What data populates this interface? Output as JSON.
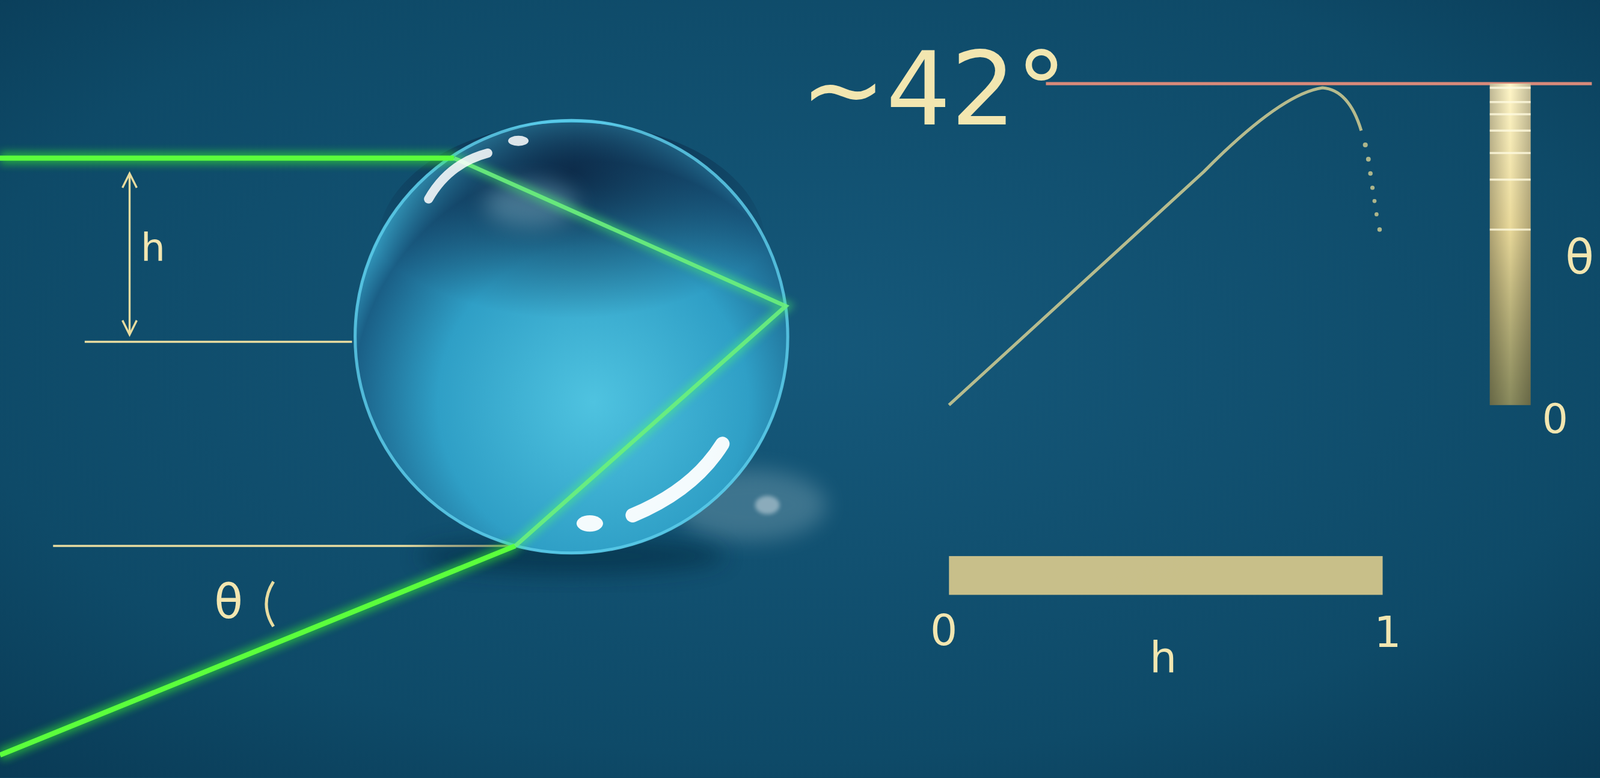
{
  "diagram": {
    "labels": [
      "h",
      "θ",
      "~42°",
      "θ",
      "0",
      "0",
      "h",
      "1"
    ]
  }
}
